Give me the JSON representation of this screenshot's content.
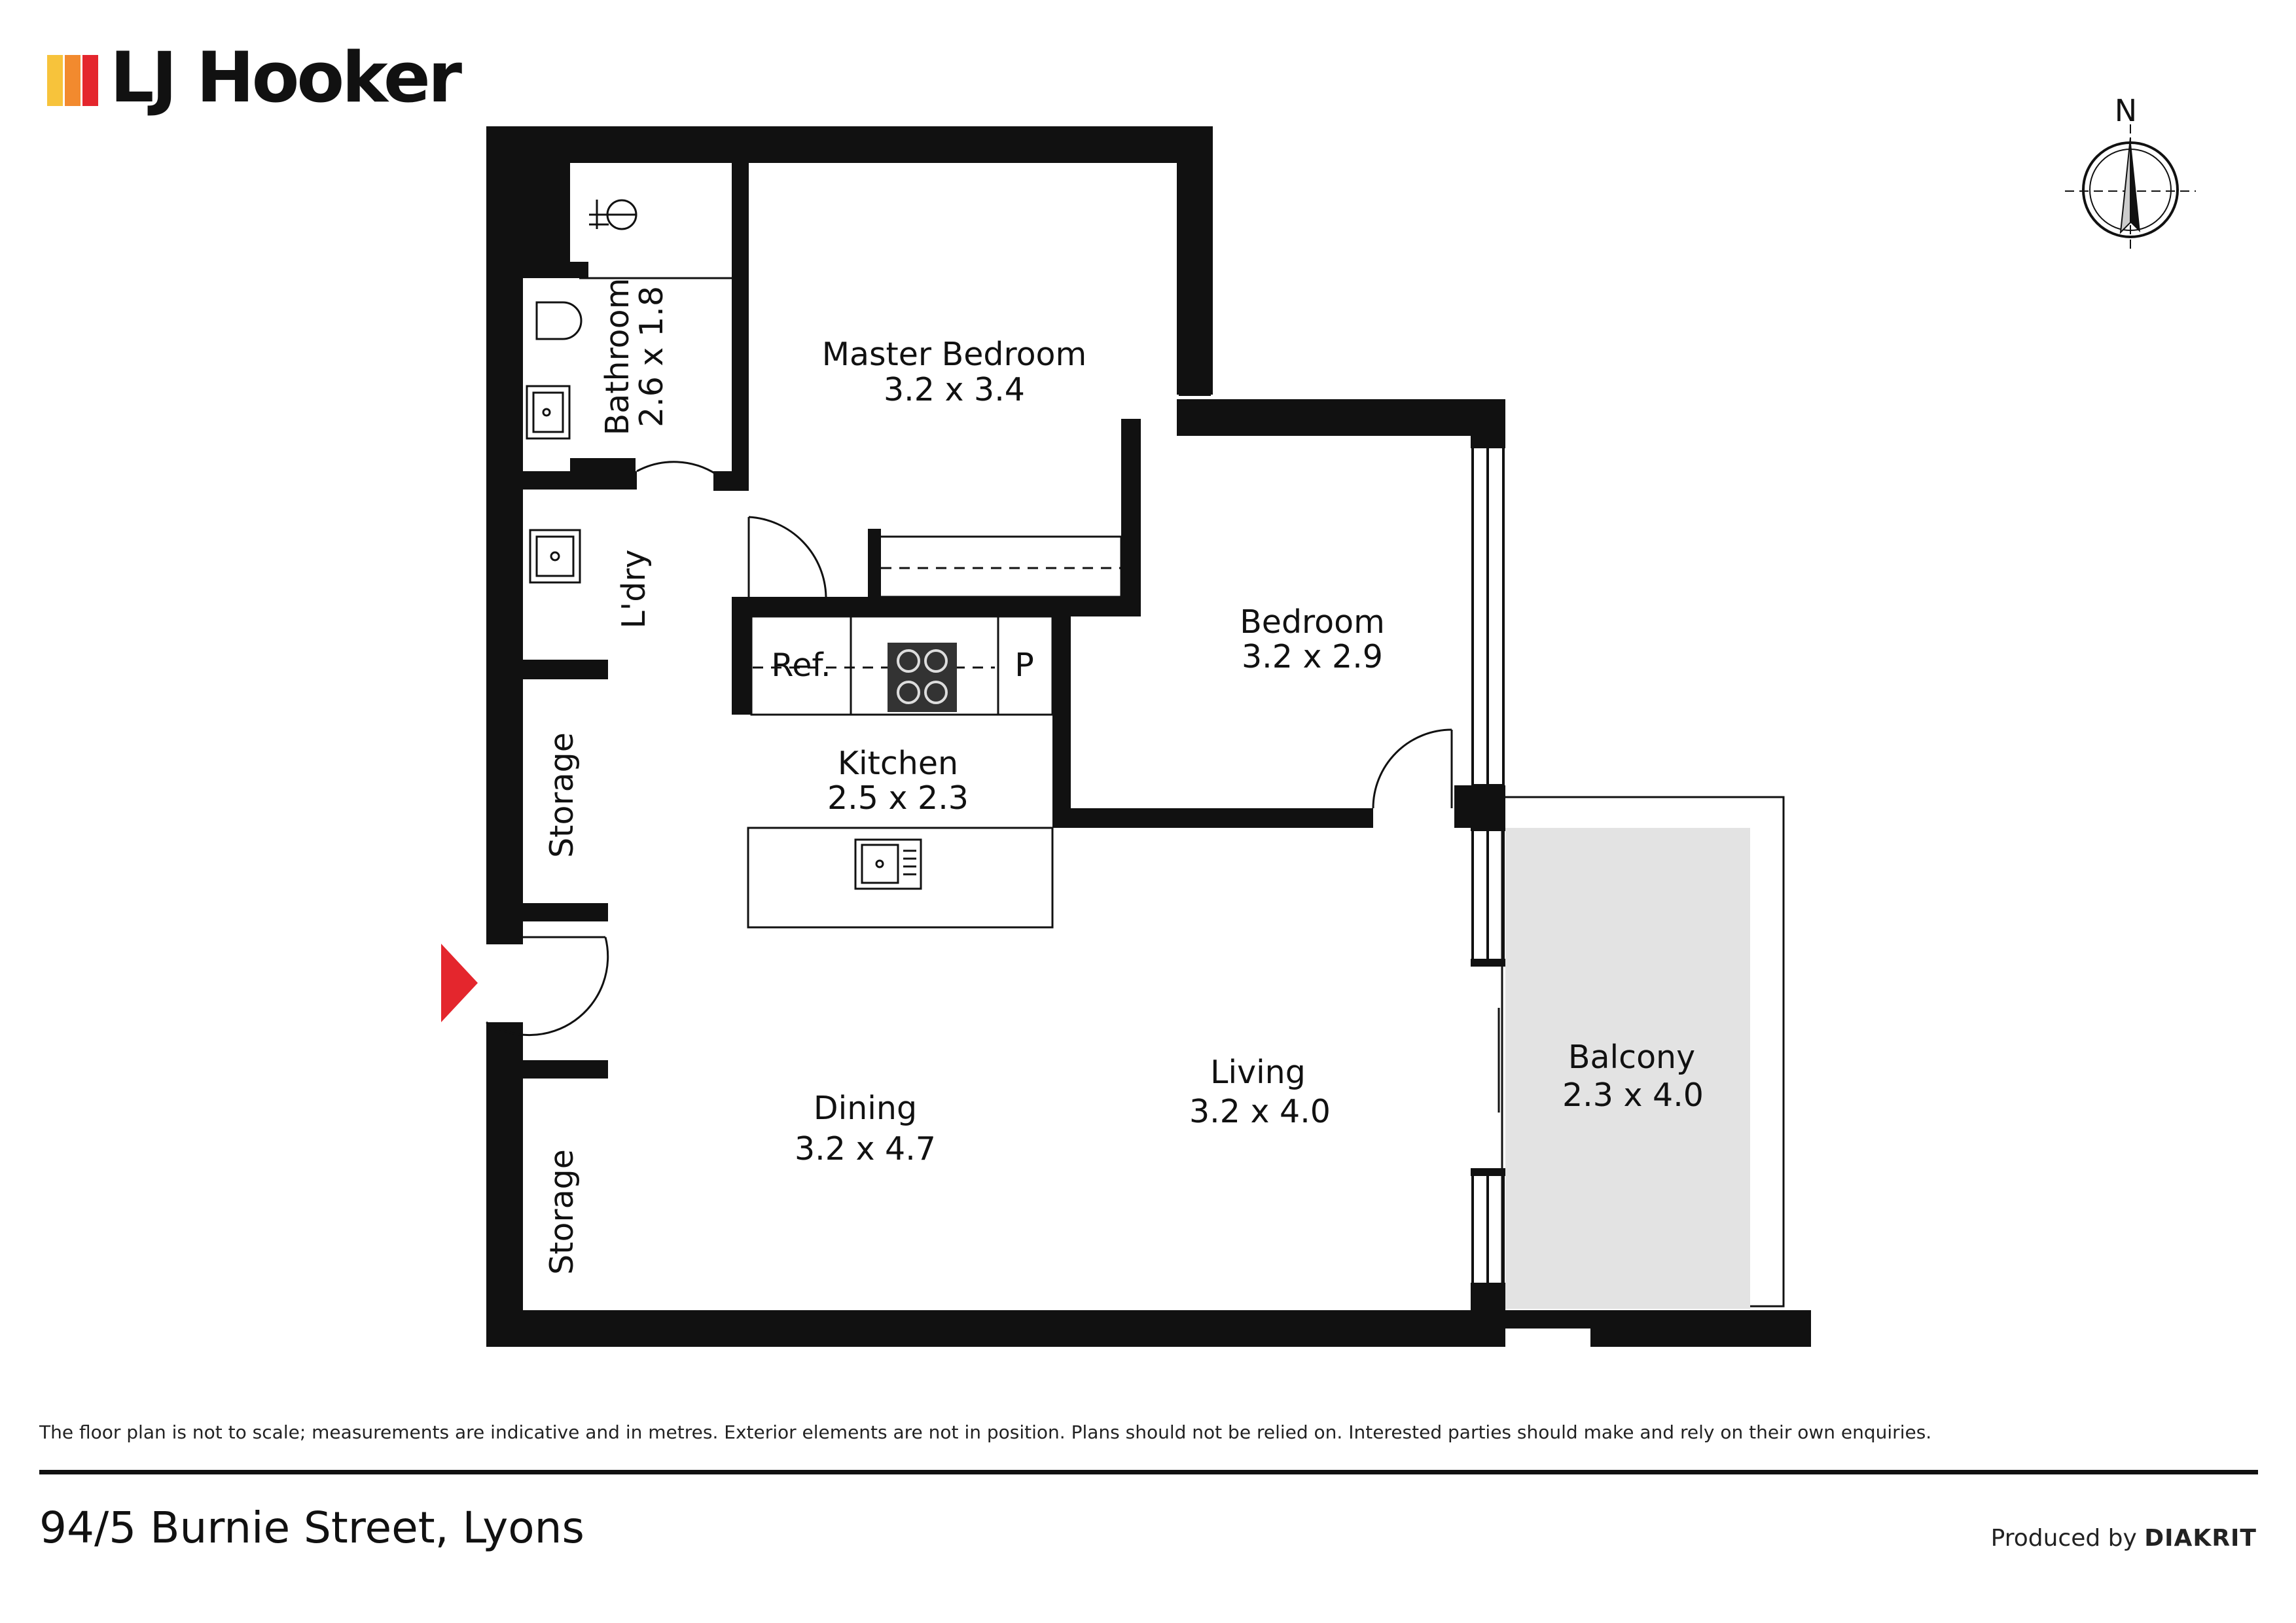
{
  "brand": {
    "name": "LJ Hooker",
    "colors": {
      "bar1": "#f7c33b",
      "bar2": "#f28a2e",
      "bar3": "#e4262d"
    }
  },
  "compass": {
    "label": "N"
  },
  "rooms": {
    "master_bedroom": {
      "name": "Master Bedroom",
      "dims": "3.2 x 3.4"
    },
    "bathroom": {
      "name": "Bathroom",
      "dims": "2.6 x 1.8"
    },
    "laundry": {
      "name": "L'dry"
    },
    "bedroom": {
      "name": "Bedroom",
      "dims": "3.2 x 2.9"
    },
    "kitchen": {
      "name": "Kitchen",
      "dims": "2.5 x 2.3"
    },
    "storage_upper": {
      "name": "Storage"
    },
    "storage_lower": {
      "name": "Storage"
    },
    "dining": {
      "name": "Dining",
      "dims": "3.2 x 4.7"
    },
    "living": {
      "name": "Living",
      "dims": "3.2 x 4.0"
    },
    "balcony": {
      "name": "Balcony",
      "dims": "2.3 x 4.0"
    }
  },
  "fixtures": {
    "fridge": "Ref.",
    "pantry": "P"
  },
  "entry_marker_color": "#e4262d",
  "balcony_fill": "#e3e3e3",
  "footer": {
    "disclaimer": "The floor plan is not to scale; measurements are indicative and in metres. Exterior elements are not in position. Plans should not be relied on. Interested parties should make and rely on their own enquiries.",
    "address": "94/5 Burnie Street, Lyons",
    "produced_by": "Produced by",
    "producer": "DIAKRIT"
  }
}
